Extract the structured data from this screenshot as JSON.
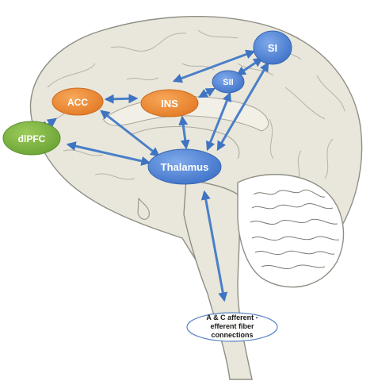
{
  "nodes": {
    "si": {
      "label": "SI",
      "color": "#4f86d6"
    },
    "sii": {
      "label": "SII",
      "color": "#4f86d6"
    },
    "ins": {
      "label": "INS",
      "color": "#ee8633"
    },
    "acc": {
      "label": "ACC",
      "color": "#ee8633"
    },
    "dlpfc": {
      "label": "dlPFC",
      "color": "#7cb342"
    },
    "thalamus": {
      "label": "Thalamus",
      "color": "#4f86d6"
    },
    "fibers": {
      "lines": [
        "A & C afferent -",
        "efferent fiber",
        "connections"
      ]
    }
  },
  "colors": {
    "brain_fill": "#e9e7db",
    "brain_outline": "#8f8f86",
    "arrow": "#4a7fc8"
  }
}
